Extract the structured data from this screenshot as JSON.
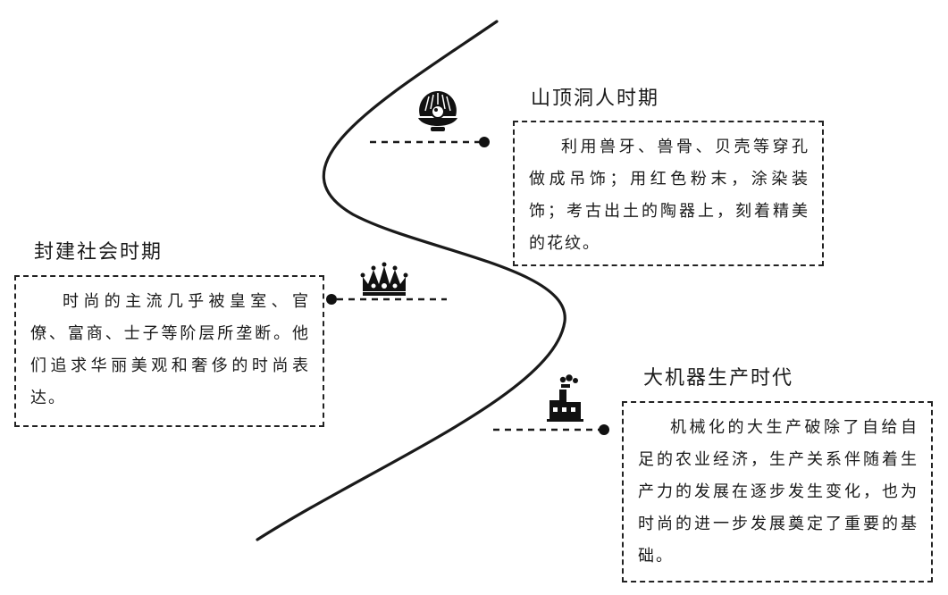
{
  "stages": [
    {
      "id": "shanding",
      "title": "山顶洞人时期",
      "description": "利用兽牙、兽骨、贝壳等穿孔做成吊饰；用红色粉末，涂染装饰；考古出土的陶器上，刻着精美的花纹。",
      "icon": "pearl-shell-icon"
    },
    {
      "id": "fengjian",
      "title": "封建社会时期",
      "description": "时尚的主流几乎被皇室、官僚、富商、士子等阶层所垄断。他们追求华丽美观和奢侈的时尚表达。",
      "icon": "crown-icon"
    },
    {
      "id": "dajiqi",
      "title": "大机器生产时代",
      "description": "机械化的大生产破除了自给自足的农业经济，生产关系伴随着生产力的发展在逐步发生变化，也为时尚的进一步发展奠定了重要的基础。",
      "icon": "factory-icon"
    }
  ]
}
